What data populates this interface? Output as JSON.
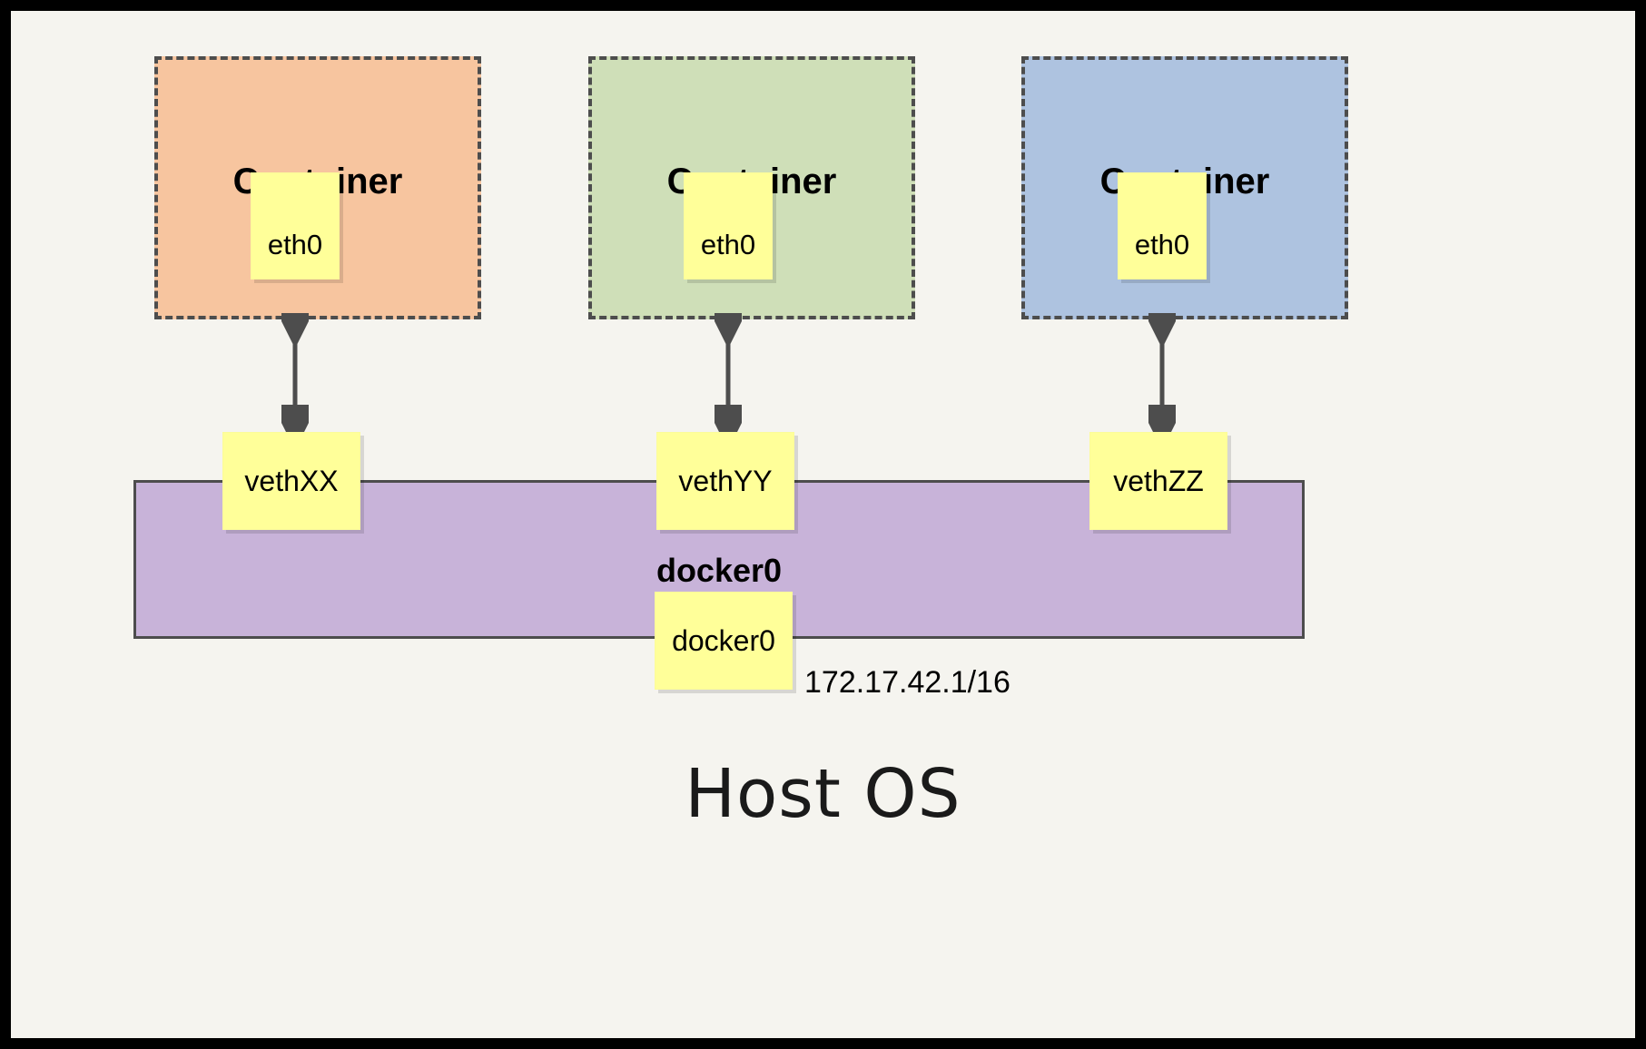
{
  "diagram": {
    "title": "Host OS",
    "background_color": "#f5f4ef",
    "frame_color": "#000000",
    "containers": [
      {
        "label": "Container",
        "fill_color": "#f7c59f",
        "border_color": "#4d4d4d",
        "interface": "eth0",
        "veth": "vethXX",
        "arrow": "bidirectional-arrow"
      },
      {
        "label": "Container",
        "fill_color": "#cfdfb8",
        "border_color": "#4d4d4d",
        "interface": "eth0",
        "veth": "vethYY",
        "arrow": "bidirectional-arrow"
      },
      {
        "label": "Container",
        "fill_color": "#aec3e0",
        "border_color": "#4d4d4d",
        "interface": "eth0",
        "veth": "vethZZ",
        "arrow": "bidirectional-arrow"
      }
    ],
    "bridge": {
      "label": "docker0",
      "note_label": "docker0",
      "ip_address": "172.17.42.1/16",
      "fill_color": "#c8b3d9",
      "border_color": "#4d4d4d"
    },
    "note_color": "#ffff99"
  }
}
